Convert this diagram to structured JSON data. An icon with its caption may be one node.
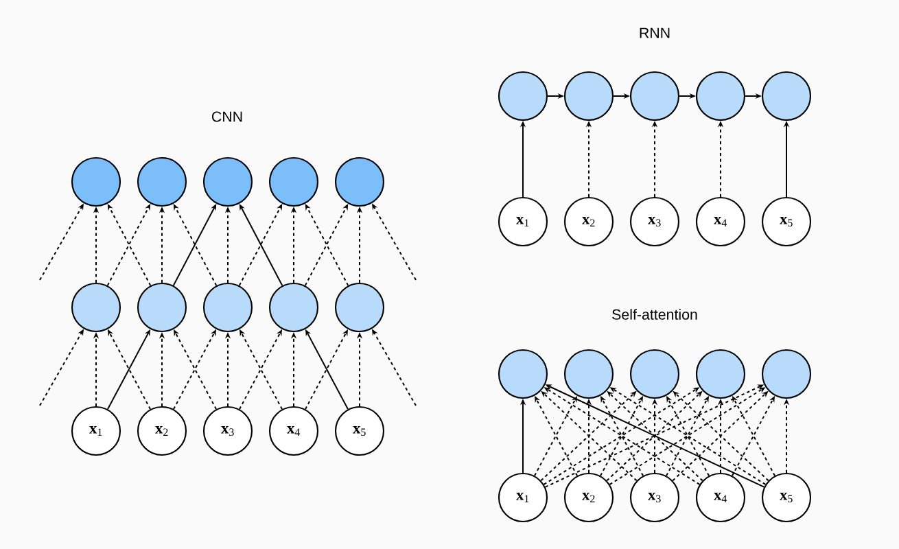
{
  "diagram": {
    "nodes": [
      {
        "text": [],
        "shape": "circle"
      },
      {
        "text": [],
        "shape": "circle"
      },
      {
        "text": [],
        "shape": "circle"
      },
      {
        "text": [],
        "shape": "circle"
      },
      {
        "text": [],
        "shape": "circle"
      },
      {
        "text": [],
        "shape": "circle"
      },
      {
        "text": [],
        "shape": "circle"
      },
      {
        "text": [],
        "shape": "circle"
      },
      {
        "text": [],
        "shape": "circle"
      },
      {
        "text": [],
        "shape": "circle"
      },
      {
        "text": [
          "**x**$_{1}$"
        ]
      },
      {
        "text": [
          "**x**$_{2}$"
        ]
      },
      {
        "text": [
          "**x**$_{3}$"
        ]
      },
      {
        "text": [
          "**x**$_{4}$"
        ]
      },
      {
        "text": [
          "**x**$_{5}$"
        ]
      },
      {
        "text": [],
        "shape": "circle"
      },
      {
        "text": [],
        "shape": "circle"
      },
      {
        "text": [],
        "shape": "circle"
      },
      {
        "text": [],
        "shape": "circle"
      },
      {
        "text": [],
        "shape": "circle"
      },
      {
        "text": [
          "**x**$_{1}$"
        ]
      },
      {
        "text": [
          "**x**$_{2}$"
        ]
      },
      {
        "text": [
          "**x**$_{3}$"
        ]
      },
      {
        "text": [
          "**x**$_{4}$"
        ]
      },
      {
        "text": [
          "**x**$_{5}$"
        ]
      },
      {
        "text": [],
        "shape": "circle"
      },
      {
        "text": [],
        "shape": "circle"
      },
      {
        "text": [],
        "shape": "circle"
      },
      {
        "text": [],
        "shape": "circle"
      },
      {
        "text": [],
        "shape": "circle"
      },
      {
        "text": [
          "**x**$_{1}$"
        ]
      },
      {
        "text": [
          "**x**$_{2}$"
        ]
      },
      {
        "text": [
          "**x**$_{3}$"
        ]
      },
      {
        "text": [
          "**x**$_{4}$"
        ]
      },
      {
        "text": [
          "**x**$_{5}$"
        ]
      }
    ],
    "edges": [
      {
        "from": 10,
        "to": 5,
        "arrow": "to",
        "style": "dashed"
      },
      {
        "from": 10,
        "to": 6,
        "arrow": "to"
      },
      {
        "from": 11,
        "to": 5,
        "arrow": "to",
        "style": "dashed"
      },
      {
        "from": 11,
        "to": 6,
        "arrow": "to",
        "style": "dashed"
      },
      {
        "from": 11,
        "to": 7,
        "arrow": "to",
        "style": "dashed"
      },
      {
        "from": 12,
        "to": 6,
        "arrow": "to",
        "style": "dashed"
      },
      {
        "from": 12,
        "to": 7,
        "arrow": "to",
        "style": "dashed"
      },
      {
        "from": 12,
        "to": 8,
        "arrow": "to",
        "style": "dashed"
      },
      {
        "from": 13,
        "to": 7,
        "arrow": "to",
        "style": "dashed"
      },
      {
        "from": 13,
        "to": 8,
        "arrow": "to",
        "style": "dashed"
      },
      {
        "from": 13,
        "to": 9,
        "arrow": "to",
        "style": "dashed"
      },
      {
        "from": 14,
        "to": 8,
        "arrow": "to"
      },
      {
        "from": 14,
        "to": 9,
        "arrow": "to",
        "style": "dashed"
      },
      {
        "from": null,
        "to": 5,
        "arrow": "to",
        "style": "dashed"
      },
      {
        "from": null,
        "to": 9,
        "arrow": "to",
        "style": "dashed"
      },
      {
        "from": 5,
        "to": 0,
        "arrow": "to",
        "style": "dashed"
      },
      {
        "from": 5,
        "to": 1,
        "arrow": "to",
        "style": "dashed"
      },
      {
        "from": 6,
        "to": 0,
        "arrow": "to",
        "style": "dashed"
      },
      {
        "from": 6,
        "to": 1,
        "arrow": "to",
        "style": "dashed"
      },
      {
        "from": 6,
        "to": 2,
        "arrow": "to"
      },
      {
        "from": 7,
        "to": 1,
        "arrow": "to",
        "style": "dashed"
      },
      {
        "from": 7,
        "to": 2,
        "arrow": "to",
        "style": "dashed"
      },
      {
        "from": 7,
        "to": 3,
        "arrow": "to",
        "style": "dashed"
      },
      {
        "from": 8,
        "to": 2,
        "arrow": "to"
      },
      {
        "from": 8,
        "to": 3,
        "arrow": "to",
        "style": "dashed"
      },
      {
        "from": 8,
        "to": 4,
        "arrow": "to",
        "style": "dashed"
      },
      {
        "from": 9,
        "to": 3,
        "arrow": "to",
        "style": "dashed"
      },
      {
        "from": 9,
        "to": 4,
        "arrow": "to",
        "style": "dashed"
      },
      {
        "from": null,
        "to": 0,
        "arrow": "to",
        "style": "dashed"
      },
      {
        "from": null,
        "to": 4,
        "arrow": "to",
        "style": "dashed"
      },
      {
        "from": 15,
        "to": 16,
        "arrow": "to"
      },
      {
        "from": 16,
        "to": 17,
        "arrow": "to"
      },
      {
        "from": 17,
        "to": 18,
        "arrow": "to"
      },
      {
        "from": 18,
        "to": 19,
        "arrow": "to"
      },
      {
        "from": 20,
        "to": 15,
        "arrow": "to"
      },
      {
        "from": 21,
        "to": 16,
        "arrow": "to",
        "style": "dashed"
      },
      {
        "from": 22,
        "to": 17,
        "arrow": "to",
        "style": "dashed"
      },
      {
        "from": 23,
        "to": 18,
        "arrow": "to",
        "style": "dashed"
      },
      {
        "from": 24,
        "to": 19,
        "arrow": "to"
      },
      {
        "from": 30,
        "to": 25,
        "arrow": "to"
      },
      {
        "from": 30,
        "to": 26,
        "arrow": "to",
        "style": "dashed"
      },
      {
        "from": 30,
        "to": 27,
        "arrow": "to",
        "style": "dashed"
      },
      {
        "from": 30,
        "to": 28,
        "arrow": "to",
        "style": "dashed"
      },
      {
        "from": 30,
        "to": 29,
        "arrow": "to",
        "style": "dashed"
      },
      {
        "from": 31,
        "to": 25,
        "arrow": "to",
        "style": "dashed"
      },
      {
        "from": 31,
        "to": 26,
        "arrow": "to",
        "style": "dashed"
      },
      {
        "from": 31,
        "to": 27,
        "arrow": "to",
        "style": "dashed"
      },
      {
        "from": 31,
        "to": 28,
        "arrow": "to",
        "style": "dashed"
      },
      {
        "from": 31,
        "to": 29,
        "arrow": "to",
        "style": "dashed"
      },
      {
        "from": 32,
        "to": 25,
        "arrow": "to",
        "style": "dashed"
      },
      {
        "from": 32,
        "to": 26,
        "arrow": "to",
        "style": "dashed"
      },
      {
        "from": 32,
        "to": 27,
        "arrow": "to",
        "style": "dashed"
      },
      {
        "from": 32,
        "to": 28,
        "arrow": "to",
        "style": "dashed"
      },
      {
        "from": 32,
        "to": 29,
        "arrow": "to",
        "style": "dashed"
      },
      {
        "from": 33,
        "to": 25,
        "arrow": "to",
        "style": "dashed"
      },
      {
        "from": 33,
        "to": 26,
        "arrow": "to",
        "style": "dashed"
      },
      {
        "from": 33,
        "to": 27,
        "arrow": "to",
        "style": "dashed"
      },
      {
        "from": 33,
        "to": 28,
        "arrow": "to",
        "style": "dashed"
      },
      {
        "from": 33,
        "to": 29,
        "arrow": "to",
        "style": "dashed"
      },
      {
        "from": 34,
        "to": 25,
        "arrow": "to"
      },
      {
        "from": 34,
        "to": 26,
        "arrow": "to",
        "style": "dashed"
      },
      {
        "from": 34,
        "to": 27,
        "arrow": "to",
        "style": "dashed"
      },
      {
        "from": 34,
        "to": 28,
        "arrow": "to",
        "style": "dashed"
      },
      {
        "from": 34,
        "to": 29,
        "arrow": "to",
        "style": "dashed"
      }
    ],
    "labels": [
      "RNN",
      "CNN",
      "Self-attention"
    ]
  }
}
